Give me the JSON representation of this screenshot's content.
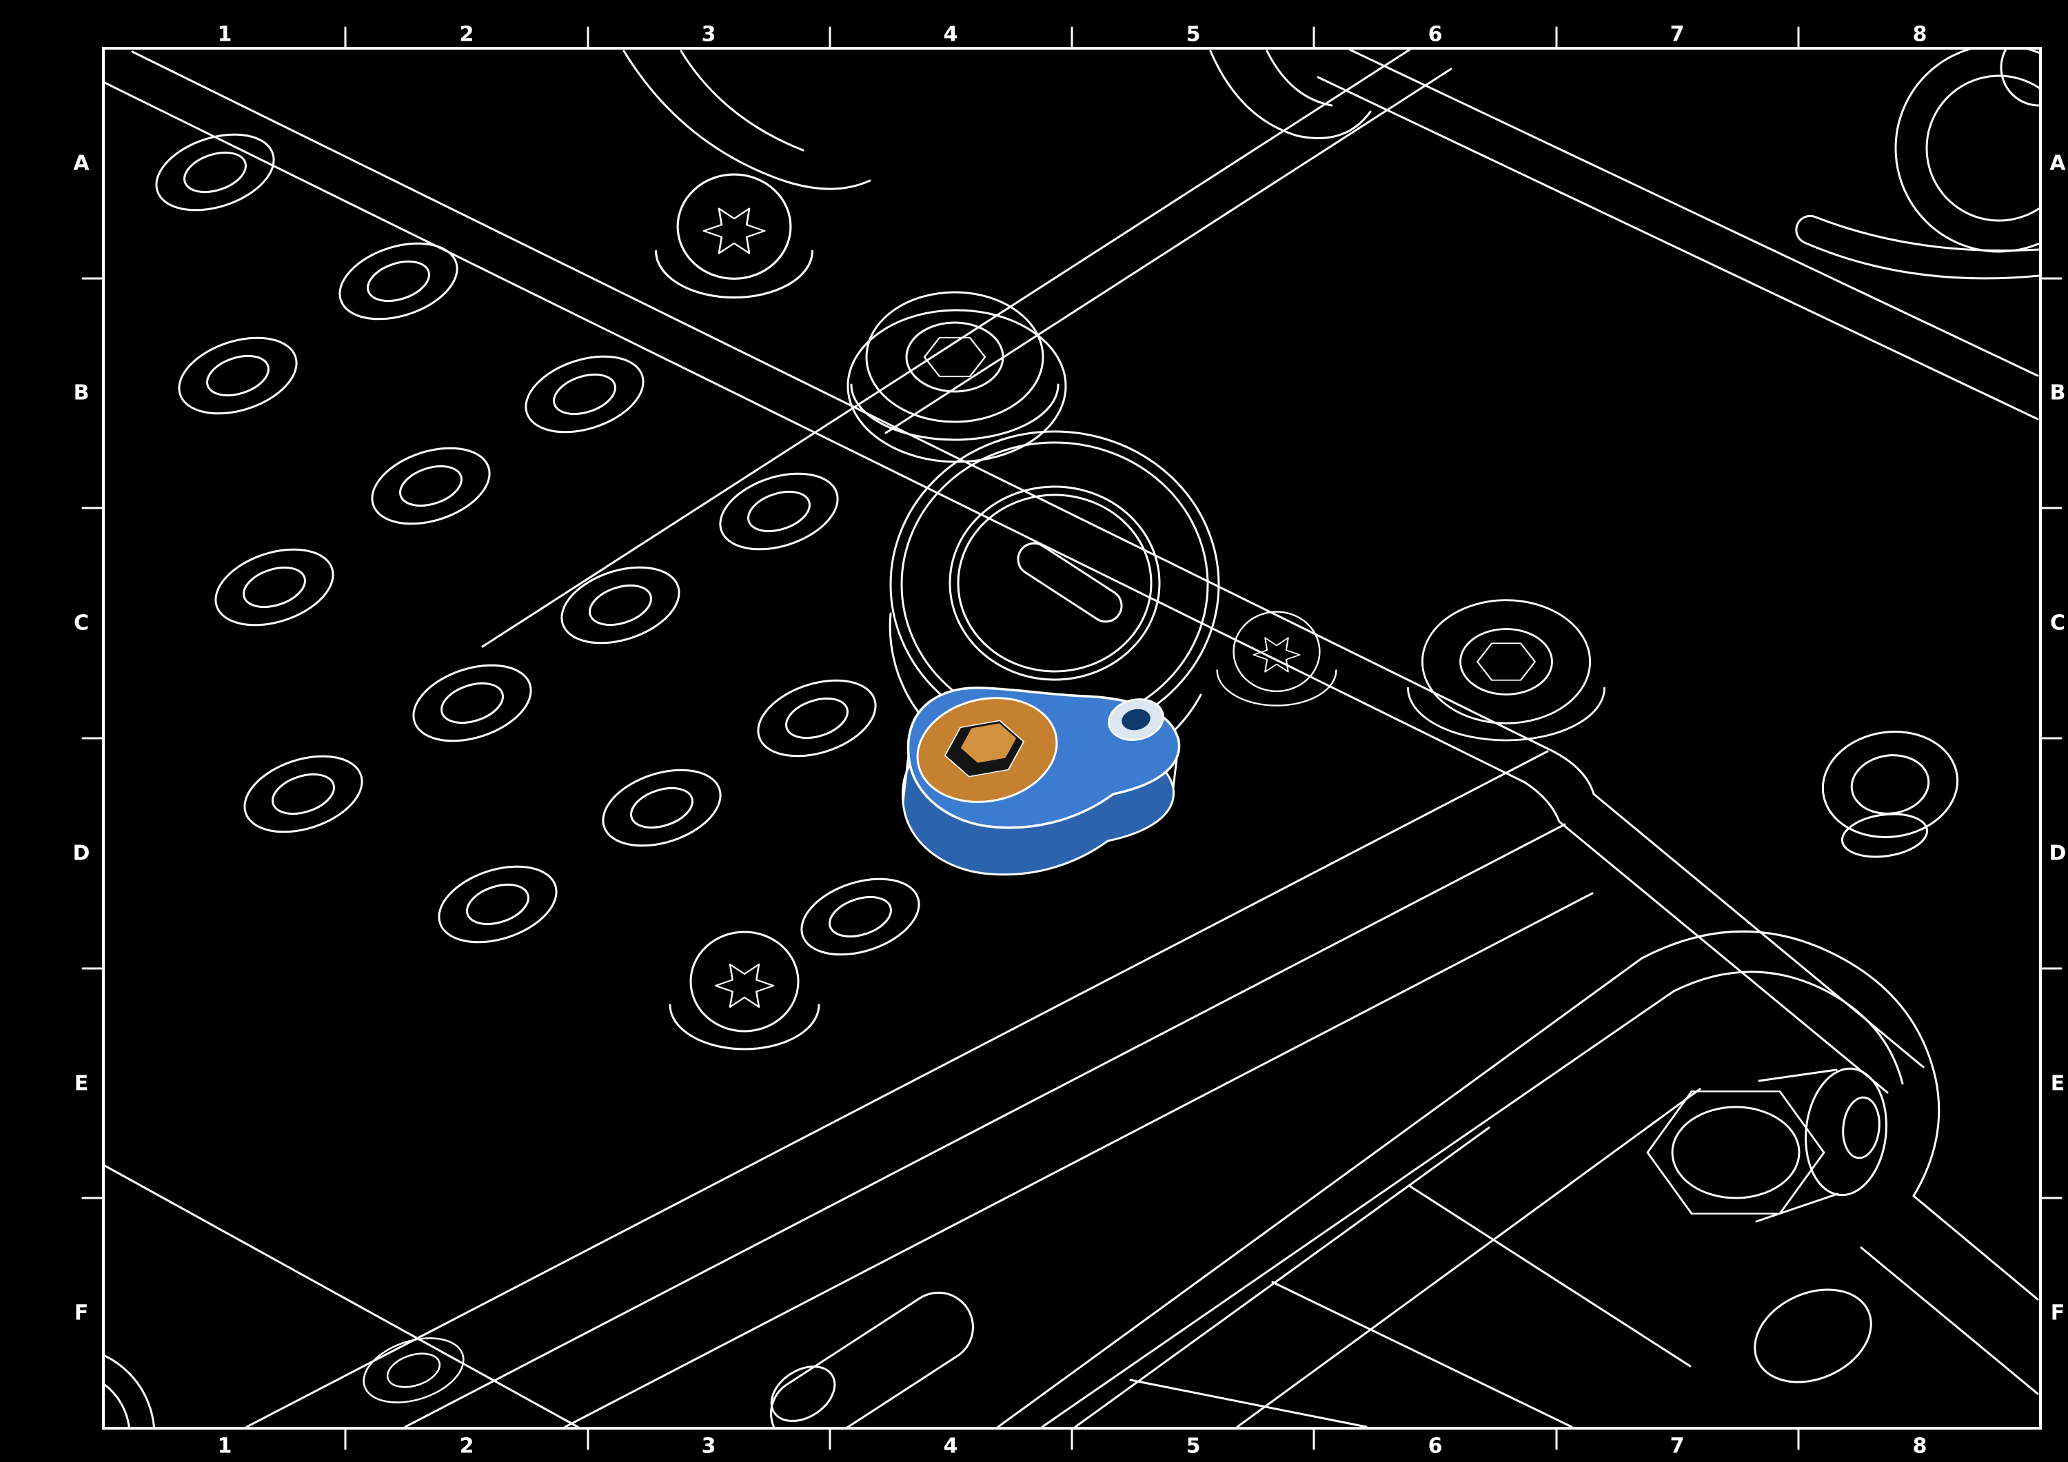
{
  "grid": {
    "columns": [
      "1",
      "2",
      "3",
      "4",
      "5",
      "6",
      "7",
      "8"
    ],
    "rows": [
      "A",
      "B",
      "C",
      "D",
      "E",
      "F"
    ]
  },
  "colors": {
    "background": "#000000",
    "line": "#ffffff",
    "highlight_part": "#3b7cd1",
    "highlight_part_side": "#2c63ad",
    "highlight_socket": "#c5812f",
    "highlight_socket_face": "#d1913e",
    "pivot_hole_ring": "#dde7f2",
    "pivot_hole_center": "#0e3a6e"
  },
  "diagram": {
    "highlighted_part": "cam-lever-with-hex-socket",
    "depicted_components": [
      "washer",
      "torx-dome-screw",
      "hex-socket-screw",
      "slotted-round-knob",
      "pivot-arm-with-hex-nut",
      "mushroom-plug",
      "panel-plates"
    ]
  }
}
